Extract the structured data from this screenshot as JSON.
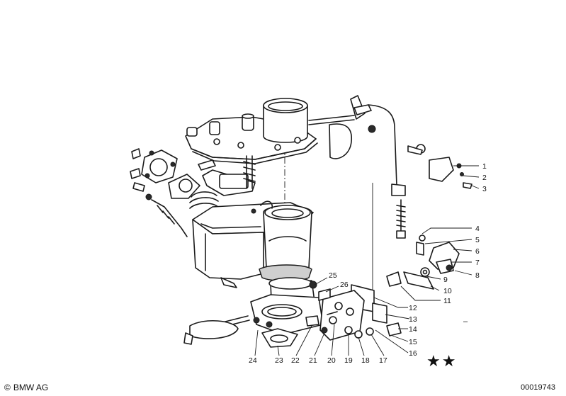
{
  "diagram": {
    "callouts": [
      {
        "n": "1"
      },
      {
        "n": "2"
      },
      {
        "n": "3"
      },
      {
        "n": "4"
      },
      {
        "n": "5"
      },
      {
        "n": "6"
      },
      {
        "n": "7"
      },
      {
        "n": "8"
      },
      {
        "n": "9"
      },
      {
        "n": "10"
      },
      {
        "n": "11"
      },
      {
        "n": "12"
      },
      {
        "n": "13"
      },
      {
        "n": "14"
      },
      {
        "n": "15"
      },
      {
        "n": "16"
      },
      {
        "n": "17"
      },
      {
        "n": "18"
      },
      {
        "n": "19"
      },
      {
        "n": "20"
      },
      {
        "n": "21"
      },
      {
        "n": "22"
      },
      {
        "n": "23"
      },
      {
        "n": "24"
      },
      {
        "n": "25"
      },
      {
        "n": "26"
      }
    ],
    "dash": "–",
    "stars": "★★"
  },
  "footer": {
    "brand": "BMW AG",
    "brand_symbol": "©",
    "doc_number": "00019743"
  }
}
